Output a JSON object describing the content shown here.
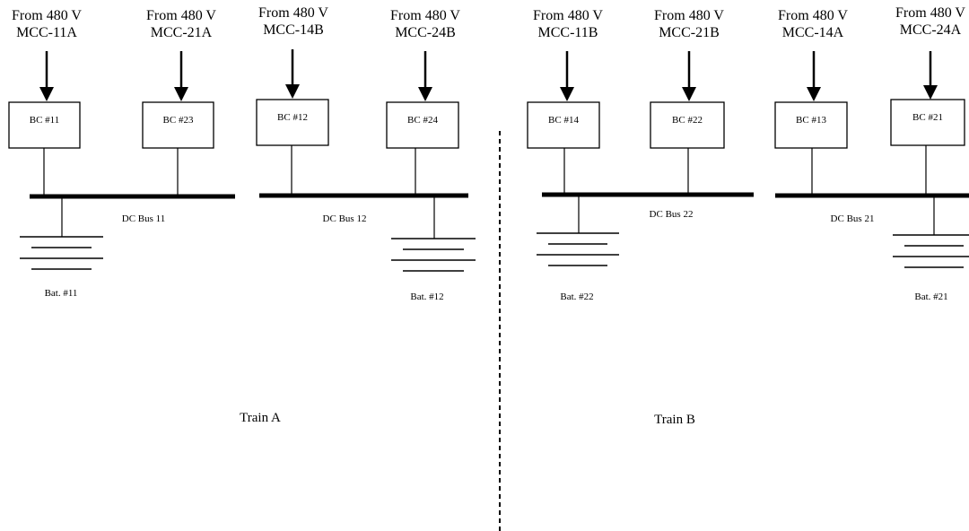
{
  "sources": [
    {
      "line1": "From 480 V",
      "line2": "MCC-11A"
    },
    {
      "line1": "From 480 V",
      "line2": "MCC-21A"
    },
    {
      "line1": "From 480 V",
      "line2": "MCC-14B"
    },
    {
      "line1": "From 480 V",
      "line2": "MCC-24B"
    },
    {
      "line1": "From 480 V",
      "line2": "MCC-11B"
    },
    {
      "line1": "From 480 V",
      "line2": "MCC-21B"
    },
    {
      "line1": "From 480 V",
      "line2": "MCC-14A"
    },
    {
      "line1": "From 480 V",
      "line2": "MCC-24A"
    }
  ],
  "chargers": [
    "BC #11",
    "BC #23",
    "BC #12",
    "BC #24",
    "BC #14",
    "BC #22",
    "BC #13",
    "BC #21"
  ],
  "buses": [
    "DC Bus 11",
    "DC Bus 12",
    "DC Bus 22",
    "DC Bus 21"
  ],
  "batteries": [
    "Bat. #11",
    "Bat. #12",
    "Bat. #22",
    "Bat. #21"
  ],
  "trains": [
    "Train A",
    "Train B"
  ]
}
